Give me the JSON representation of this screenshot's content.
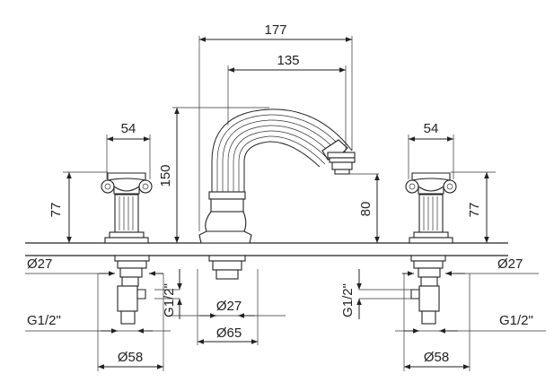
{
  "dimensions": {
    "overall_width": "177",
    "spout_reach": "135",
    "handle_width_left": "54",
    "handle_width_right": "54",
    "spout_height": "150",
    "handle_height_left": "77",
    "handle_height_right": "77",
    "outlet_height": "80",
    "left_shank_dia": "Ø27",
    "right_shank_dia": "Ø27",
    "center_shank_dia": "Ø27",
    "center_base_dia": "Ø65",
    "left_flange_dia": "Ø58",
    "right_flange_dia": "Ø58",
    "left_thread": "G1/2\"",
    "right_thread": "G1/2\"",
    "center_left_thread": "G1/2\"",
    "center_right_thread": "G1/2\""
  }
}
